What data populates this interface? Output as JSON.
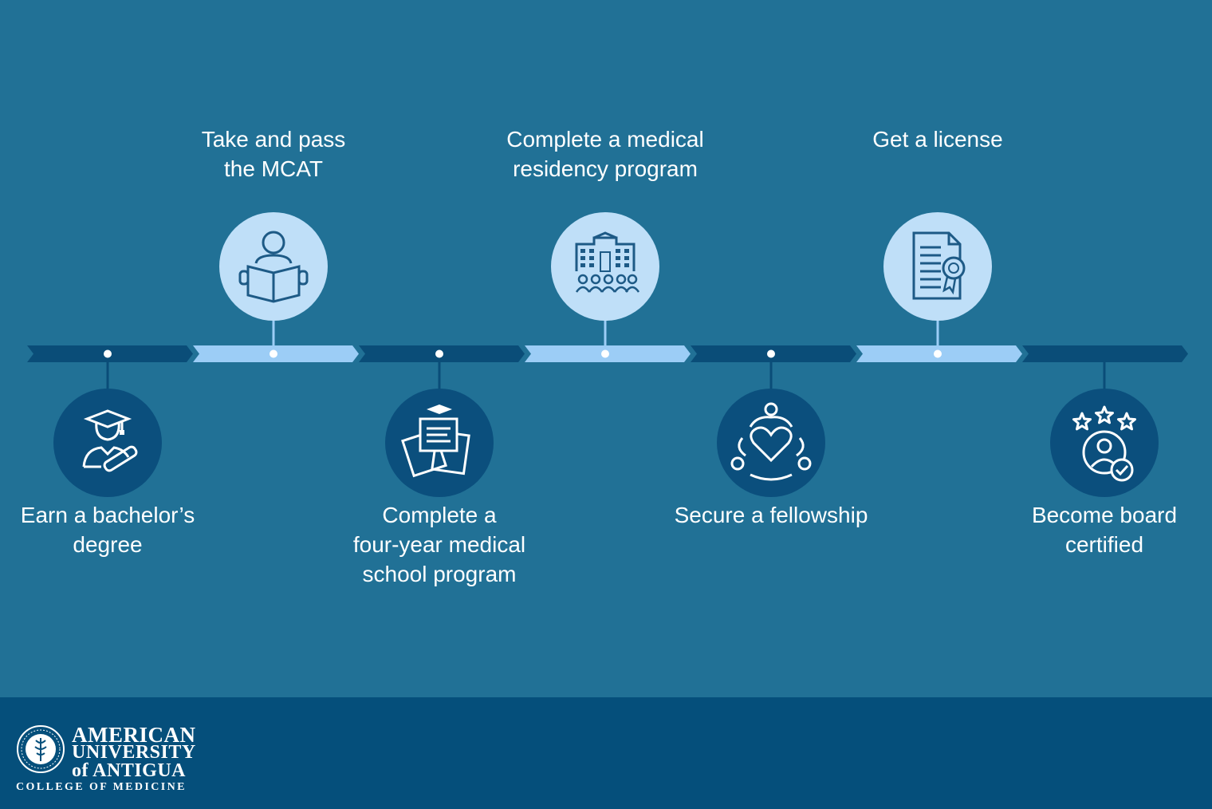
{
  "colors": {
    "background": "#217196",
    "footer": "#054f7b",
    "dark_segment": "#0a4d78",
    "light_segment": "#9ccdf6",
    "dark_circle": "#0b4f7d",
    "light_circle": "#bfdff8",
    "icon_on_dark": "#ffffff",
    "icon_on_light": "#1d5a86"
  },
  "steps": [
    {
      "label": "Earn a bachelor’s\ndegree",
      "icon": "graduate-with-diploma-icon",
      "position": "below"
    },
    {
      "label": "Take and pass\nthe MCAT",
      "icon": "person-reading-book-icon",
      "position": "above"
    },
    {
      "label": "Complete a\nfour-year medical\nschool program",
      "icon": "graduation-documents-icon",
      "position": "below"
    },
    {
      "label": "Complete a medical\nresidency program",
      "icon": "hospital-with-people-icon",
      "position": "above"
    },
    {
      "label": "Secure a fellowship",
      "icon": "people-around-heart-icon",
      "position": "below"
    },
    {
      "label": "Get a license",
      "icon": "certificate-document-icon",
      "position": "above"
    },
    {
      "label": "Become board\ncertified",
      "icon": "star-rated-person-icon",
      "position": "below"
    }
  ],
  "footer": {
    "logo_lines": [
      "AMERICAN",
      "UNIVERSITY",
      "of ANTIGUA",
      "COLLEGE OF MEDICINE"
    ],
    "logo_icon": "university-seal-icon"
  }
}
